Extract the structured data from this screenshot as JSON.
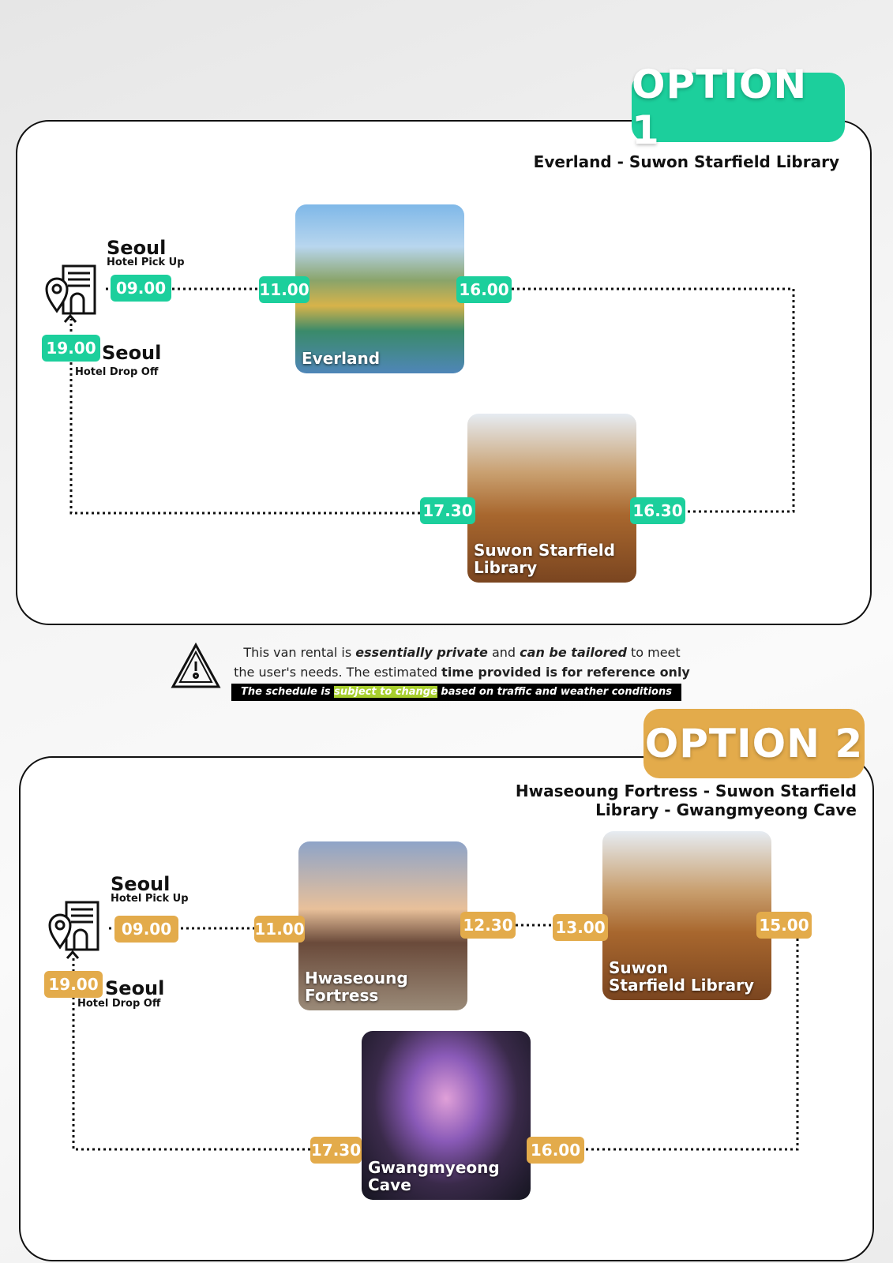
{
  "option1": {
    "badge": "OPTION 1",
    "subtitle": "Everland - Suwon Starfield Library",
    "color": "#1ccf9c",
    "pickup": {
      "city": "Seoul",
      "label": "Hotel Pick Up",
      "time": "09.00"
    },
    "dropoff": {
      "city": "Seoul",
      "label": "Hotel Drop Off",
      "time": "19.00"
    },
    "stops": [
      {
        "name": "Everland",
        "arrive": "11.00",
        "depart": "16.00"
      },
      {
        "name": "Suwon Starfield Library",
        "arrive": "16.30",
        "depart": "17.30"
      }
    ]
  },
  "notice": {
    "line1a": "This van rental is ",
    "line1b": "essentially private",
    "line1c": " and ",
    "line1d": "can be tailored",
    "line1e": " to meet",
    "line2a": "the user's needs. The estimated ",
    "line2b": "time provided is for reference only",
    "bar_a": "The schedule is ",
    "bar_hi": "subject to change",
    "bar_b": " based on traffic and weather conditions"
  },
  "option2": {
    "badge": "OPTION 2",
    "subtitle_line1": "Hwaseoung Fortress - Suwon Starfield",
    "subtitle_line2": "Library - Gwangmyeong Cave",
    "color": "#e3ab4b",
    "pickup": {
      "city": "Seoul",
      "label": "Hotel Pick Up",
      "time": "09.00"
    },
    "dropoff": {
      "city": "Seoul",
      "label": "Hotel Drop Off",
      "time": "19.00"
    },
    "stops": [
      {
        "name_line1": "Hwaseoung",
        "name_line2": "Fortress",
        "arrive": "11.00",
        "depart": "12.30"
      },
      {
        "name_line1": "Suwon",
        "name_line2": "Starfield Library",
        "arrive": "13.00",
        "depart": "15.00"
      },
      {
        "name_line1": "Gwangmyeong",
        "name_line2": "Cave",
        "arrive": "16.00",
        "depart": "17.30"
      }
    ]
  }
}
